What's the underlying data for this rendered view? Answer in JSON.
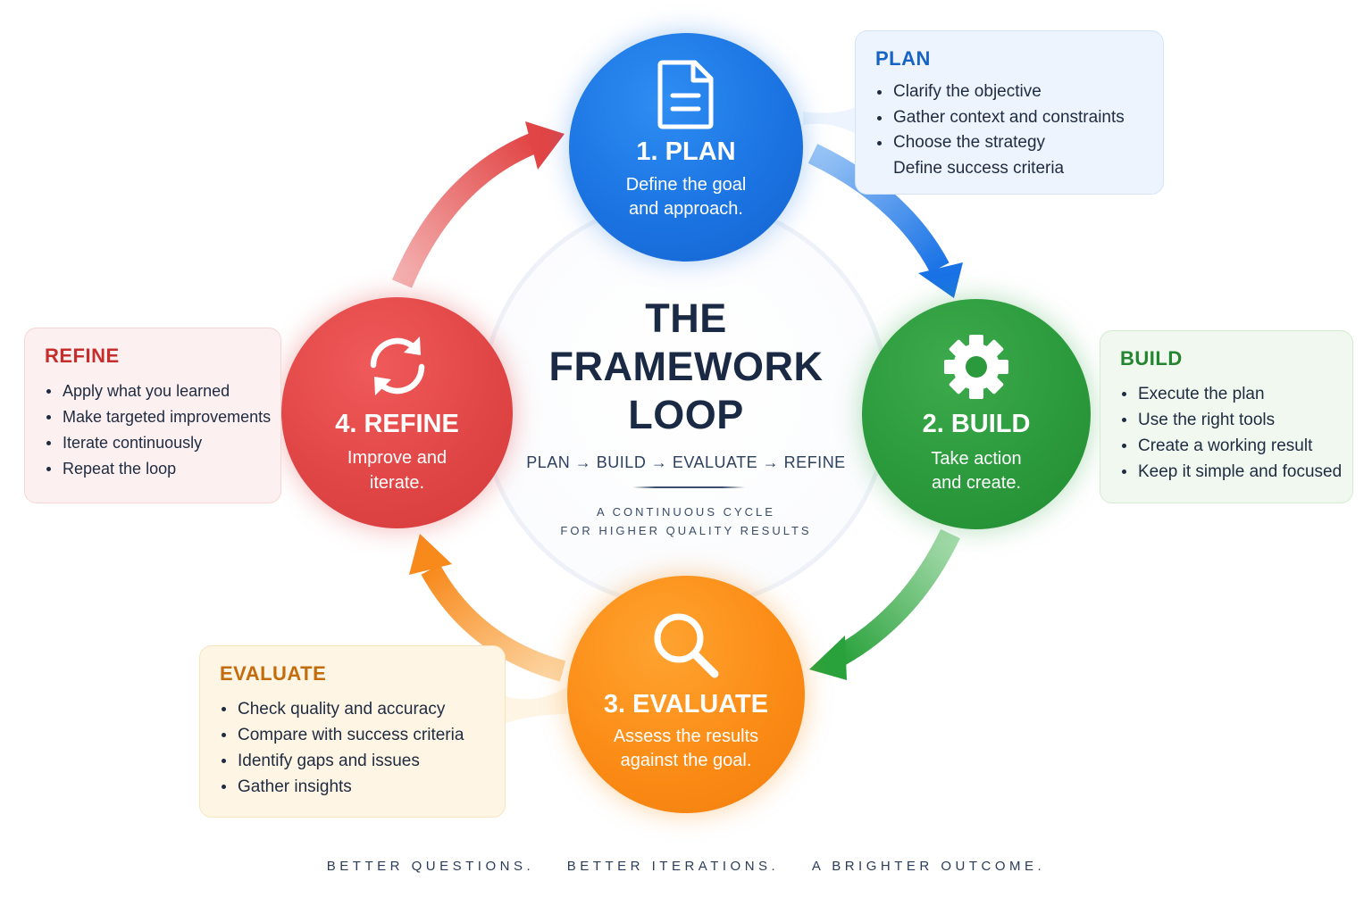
{
  "center": {
    "title_lines": [
      "THE",
      "FRAMEWORK",
      "LOOP"
    ],
    "flow": "PLAN → BUILD → EVALUATE → REFINE",
    "subtitle_lines": [
      "A CONTINUOUS CYCLE",
      "FOR HIGHER QUALITY RESULTS"
    ]
  },
  "nodes": {
    "plan": {
      "title": "1. PLAN",
      "desc_lines": [
        "Define the goal",
        "and approach."
      ],
      "icon": "document-icon",
      "color": "#1b74e2"
    },
    "build": {
      "title": "2. BUILD",
      "desc_lines": [
        "Take action",
        "and create."
      ],
      "icon": "gear-icon",
      "color": "#2b9a3c"
    },
    "evaluate": {
      "title": "3. EVALUATE",
      "desc_lines": [
        "Assess the results",
        "against the goal."
      ],
      "icon": "magnifier-icon",
      "color": "#fb8c16"
    },
    "refine": {
      "title": "4. REFINE",
      "desc_lines": [
        "Improve and",
        "iterate."
      ],
      "icon": "refresh-icon",
      "color": "#e14646"
    }
  },
  "cards": {
    "plan": {
      "title": "PLAN",
      "items": [
        "Clarify the objective",
        "Gather context and constraints",
        "Choose the strategy",
        "Define success criteria"
      ]
    },
    "build": {
      "title": "BUILD",
      "items": [
        "Execute the plan",
        "Use the right tools",
        "Create a working result",
        "Keep it simple and focused"
      ]
    },
    "evaluate": {
      "title": "EVALUATE",
      "items": [
        "Check quality and accuracy",
        "Compare with success criteria",
        "Identify gaps and issues",
        "Gather insights"
      ]
    },
    "refine": {
      "title": "REFINE",
      "items": [
        "Apply what you learned",
        "Make targeted improvements",
        "Iterate continuously",
        "Repeat the loop"
      ]
    }
  },
  "tagline": [
    "BETTER QUESTIONS.",
    "BETTER ITERATIONS.",
    "A BRIGHTER OUTCOME."
  ]
}
